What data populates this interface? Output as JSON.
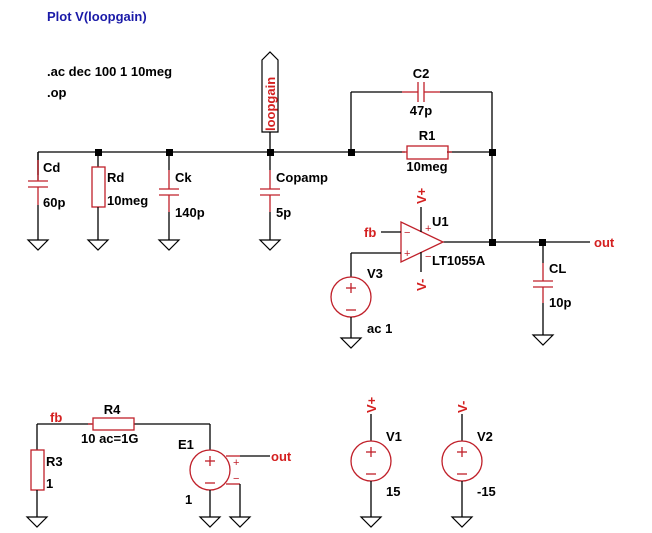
{
  "directives": {
    "plot": "Plot V(loopgain)",
    "ac": ".ac dec 100 1 10meg",
    "op": ".op"
  },
  "colors": {
    "wire": "#000000",
    "component": "#c0202a",
    "net_label": "#d42020",
    "plot_directive": "#1a1aa8"
  },
  "net_labels": {
    "loopgain": "loopgain",
    "fb_opamp": "fb",
    "fb_bottom": "fb",
    "out_top": "out",
    "out_bottom": "out",
    "vplus_u1": "V+",
    "vminus_u1": "V-",
    "vplus_v1": "V+",
    "vminus_v2": "V-"
  },
  "components": {
    "Cd": {
      "name": "Cd",
      "value": "60p",
      "type": "capacitor"
    },
    "Rd": {
      "name": "Rd",
      "value": "10meg",
      "type": "resistor"
    },
    "Ck": {
      "name": "Ck",
      "value": "140p",
      "type": "capacitor"
    },
    "Copamp": {
      "name": "Copamp",
      "value": "5p",
      "type": "capacitor"
    },
    "C2": {
      "name": "C2",
      "value": "47p",
      "type": "capacitor"
    },
    "R1": {
      "name": "R1",
      "value": "10meg",
      "type": "resistor"
    },
    "U1": {
      "name": "U1",
      "value": "LT1055A",
      "type": "opamp"
    },
    "V3": {
      "name": "V3",
      "value": "ac 1",
      "type": "voltage-source"
    },
    "CL": {
      "name": "CL",
      "value": "10p",
      "type": "capacitor"
    },
    "R4": {
      "name": "R4",
      "value": "10 ac=1G",
      "type": "resistor"
    },
    "R3": {
      "name": "R3",
      "value": "1",
      "type": "resistor"
    },
    "E1": {
      "name": "E1",
      "value": "1",
      "type": "vcvs"
    },
    "V1": {
      "name": "V1",
      "value": "15",
      "type": "voltage-source"
    },
    "V2": {
      "name": "V2",
      "value": "-15",
      "type": "voltage-source"
    }
  },
  "pin_signs": {
    "plus": "+",
    "minus": "−"
  }
}
